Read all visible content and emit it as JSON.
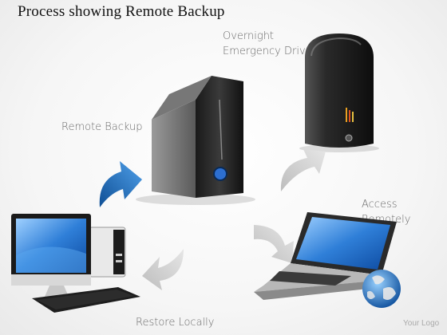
{
  "title": "Process showing Remote Backup",
  "labels": {
    "overnight_drive": "Overnight Emergency Drive",
    "remote_backup": "Remote Backup",
    "access_remotely": "Access Remotely",
    "restore_locally": "Restore Locally"
  },
  "logo_text": "Your Logo",
  "colors": {
    "blue_arrow": "#1e6fc0",
    "grey_arrow": "#c4c4c4",
    "server_body": "#2a2a2a",
    "screen_blue": "#3d8fe0"
  },
  "icons": [
    "server-tower-icon",
    "emergency-drive-icon",
    "desktop-computer-icon",
    "laptop-icon",
    "globe-icon"
  ]
}
